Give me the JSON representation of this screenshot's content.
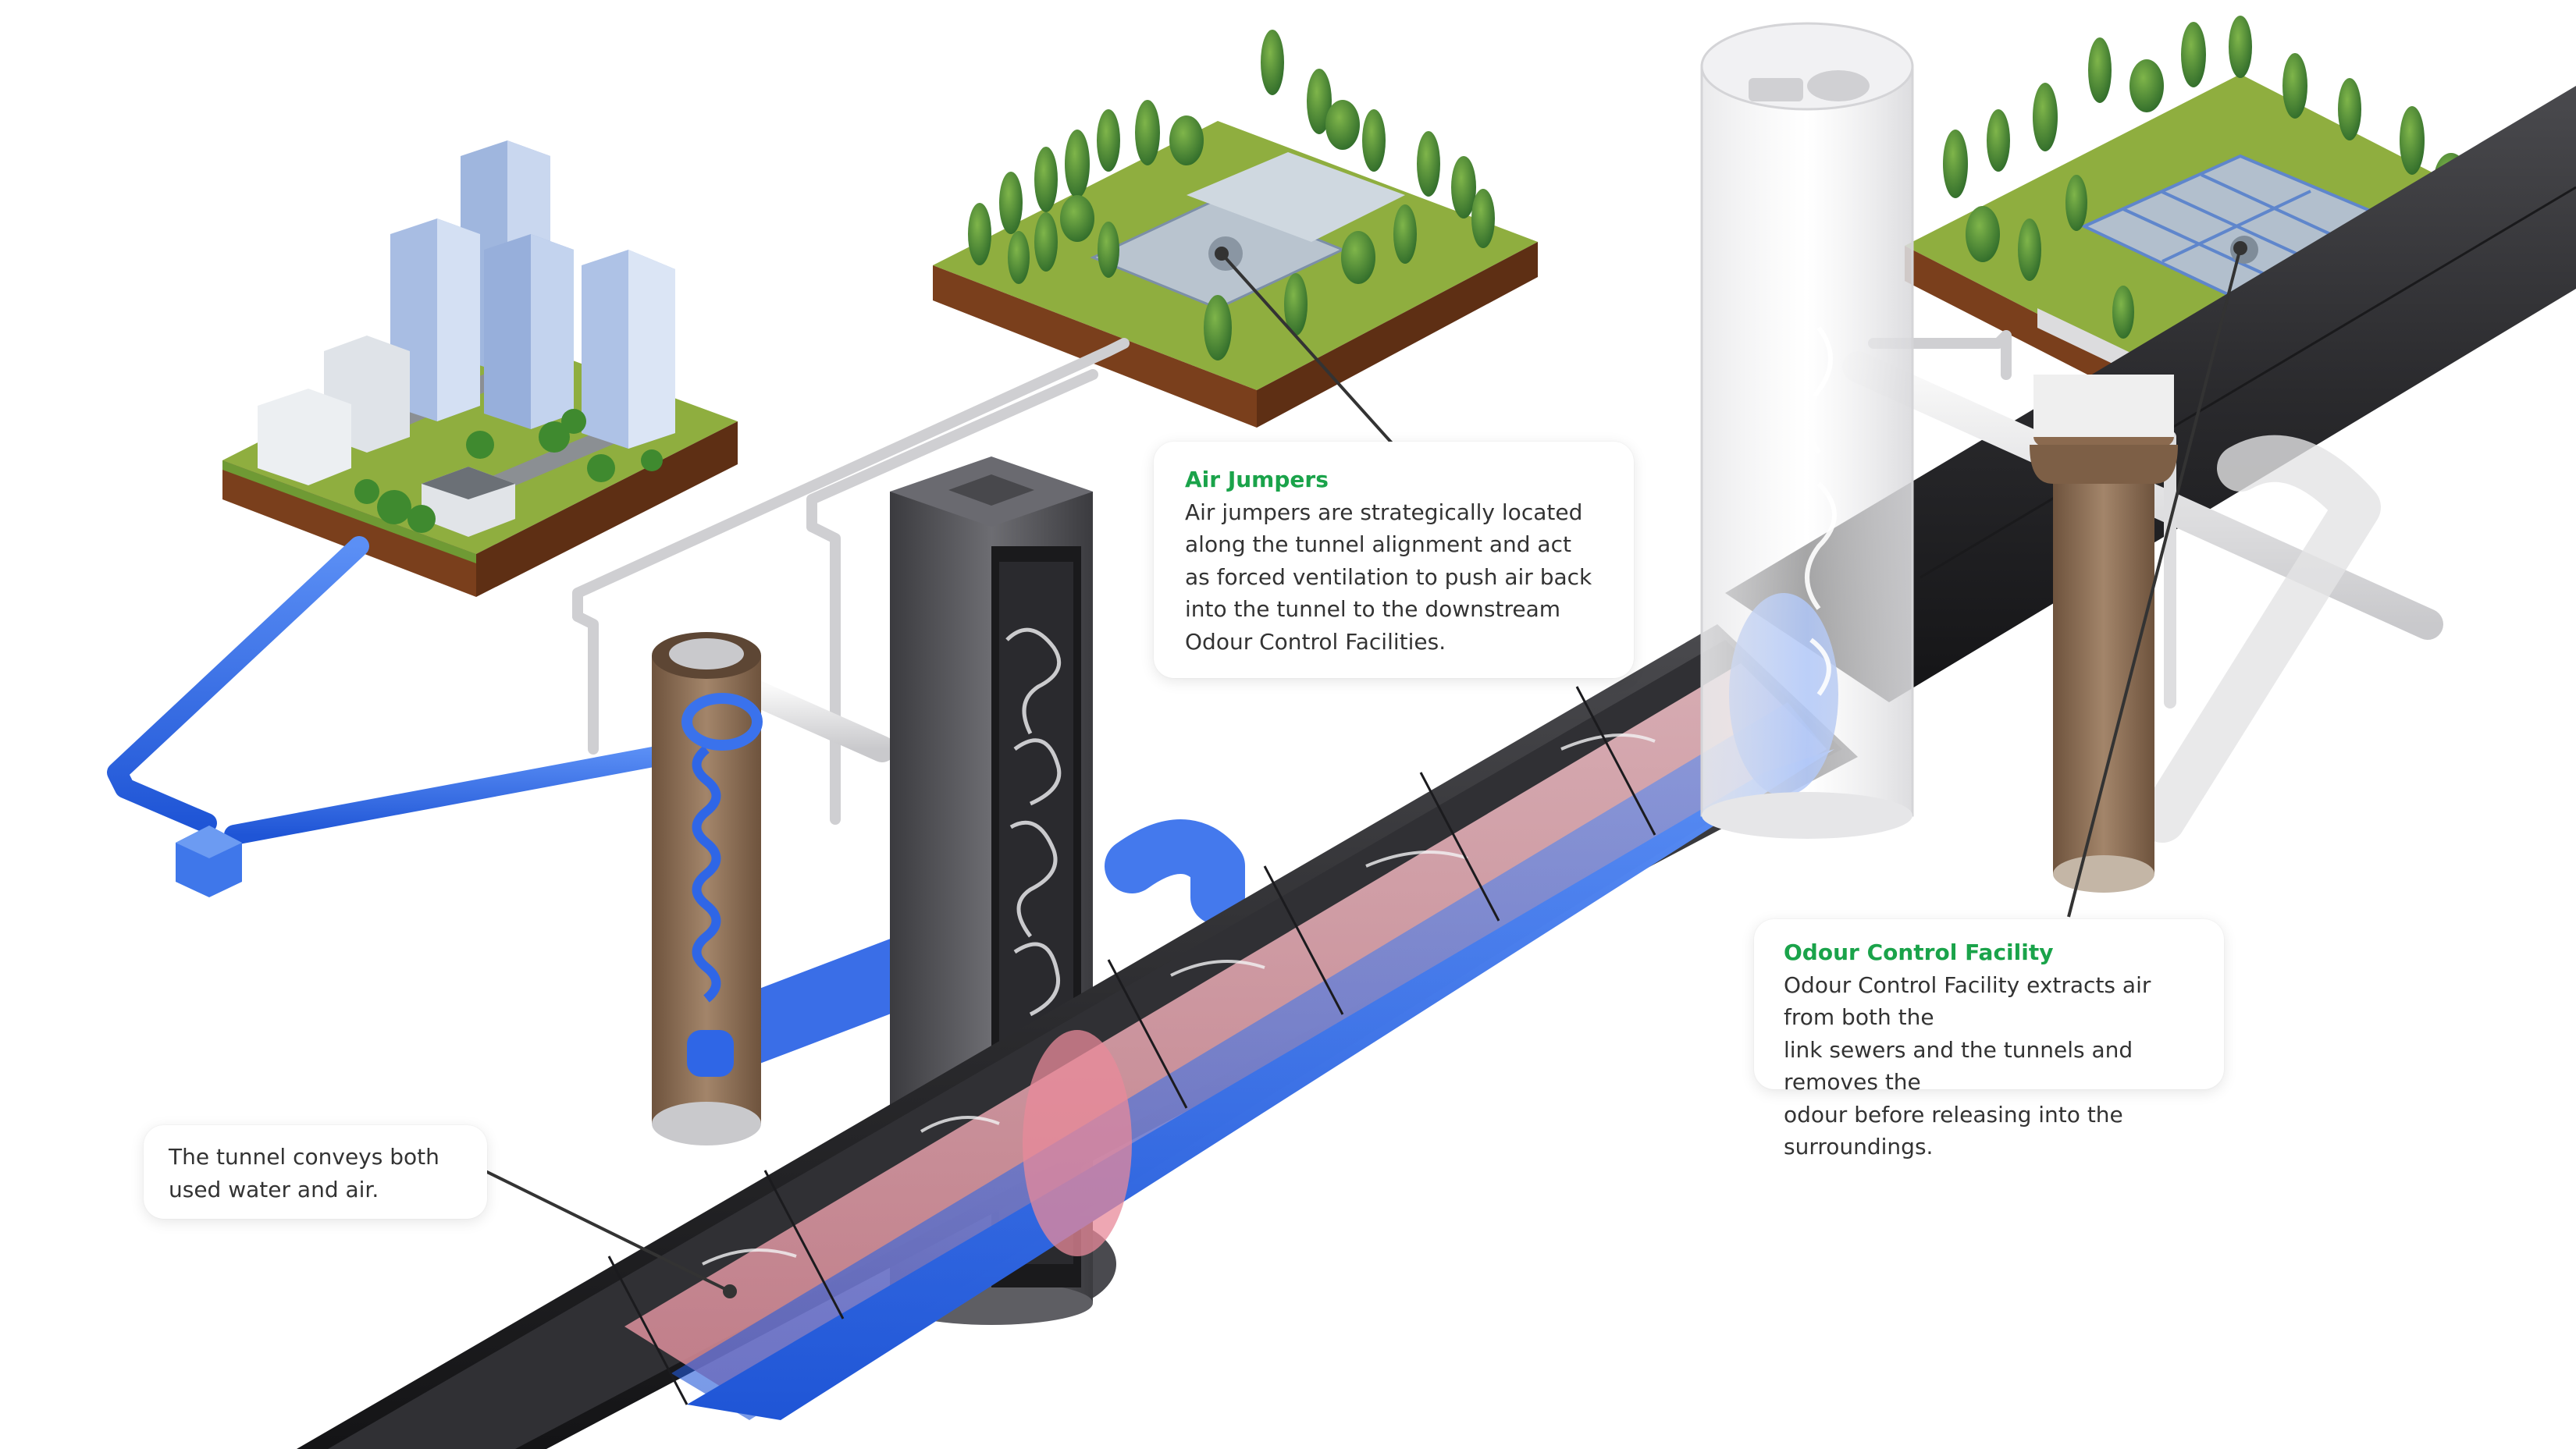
{
  "colors": {
    "accent_green": "#1aa34a",
    "water_blue": "#2f6fe8",
    "tunnel_black": "#2a2a2d",
    "air_pink": "#e9a8b3",
    "grass": "#8fae3f",
    "soil": "#7a3f1c",
    "shaft_brown": "#8b6a4f"
  },
  "callouts": {
    "air_jumpers": {
      "title": "Air Jumpers",
      "body": "Air jumpers are strategically located\nalong the tunnel alignment and act\nas forced ventilation to push air back\ninto the tunnel to the downstream\nOdour Control Facilities."
    },
    "odour_control": {
      "title": "Odour Control Facility",
      "body": "Odour Control Facility extracts air from both the\nlink sewers and the tunnels and removes the\nodour before releasing into the surroundings."
    },
    "tunnel": {
      "body": "The tunnel conveys both\nused water and air."
    }
  }
}
